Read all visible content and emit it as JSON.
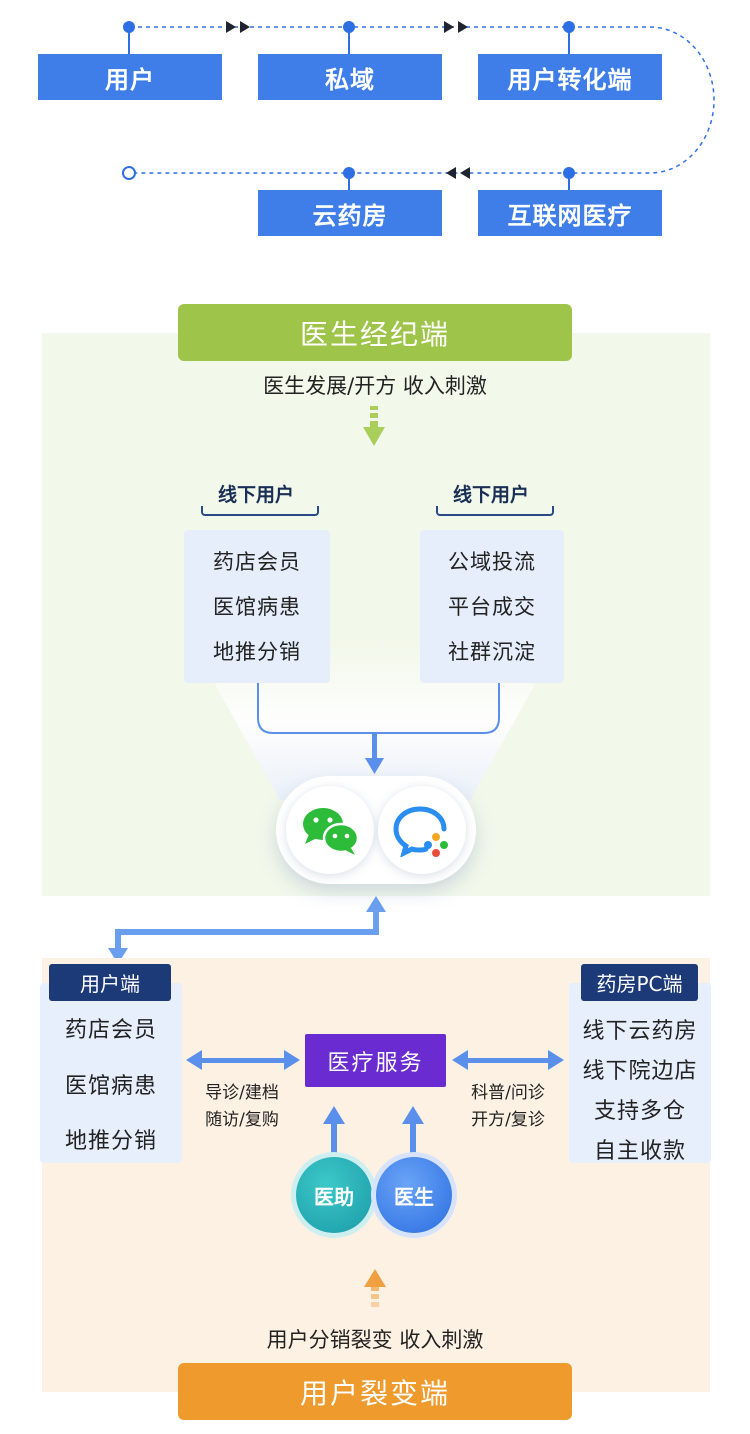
{
  "flow": {
    "row1": [
      "用户",
      "私域",
      "用户转化端"
    ],
    "row2": [
      "云药房",
      "互联网医疗"
    ]
  },
  "doctor_broker": {
    "title": "医生经纪端",
    "caption": "医生发展/开方 收入刺激",
    "colors": {
      "banner": "#9fc44a",
      "arrow": "#9fc44a"
    }
  },
  "offline": [
    {
      "title": "线下用户",
      "items": [
        "药店会员",
        "医馆病患",
        "地推分销"
      ]
    },
    {
      "title": "线下用户",
      "items": [
        "公域投流",
        "平台成交",
        "社群沉淀"
      ]
    }
  ],
  "apps": {
    "left": "wechat-icon",
    "right": "wecom-icon"
  },
  "user_side": {
    "tab": "用户端",
    "items": [
      "药店会员",
      "医馆病患",
      "地推分销"
    ]
  },
  "pharmacy_pc": {
    "tab": "药房PC端",
    "items": [
      "线下云药房",
      "线下院边店",
      "支持多仓",
      "自主收款"
    ]
  },
  "medical_service": {
    "label": "医疗服务",
    "left_labels": [
      "导诊/建档",
      "随访/复购"
    ],
    "right_labels": [
      "科普/问诊",
      "开方/复诊"
    ]
  },
  "circles": [
    "医助",
    "医生"
  ],
  "user_fission": {
    "caption": "用户分销裂变 收入刺激",
    "title": "用户裂变端",
    "colors": {
      "banner": "#ee9a2c"
    }
  },
  "colors": {
    "flow_blue": "#3f7ee8",
    "line_blue": "#2f6fe4",
    "arrow_blue": "#6a9ff0",
    "purple": "#6a2bd0",
    "navy": "#1d3a78"
  }
}
